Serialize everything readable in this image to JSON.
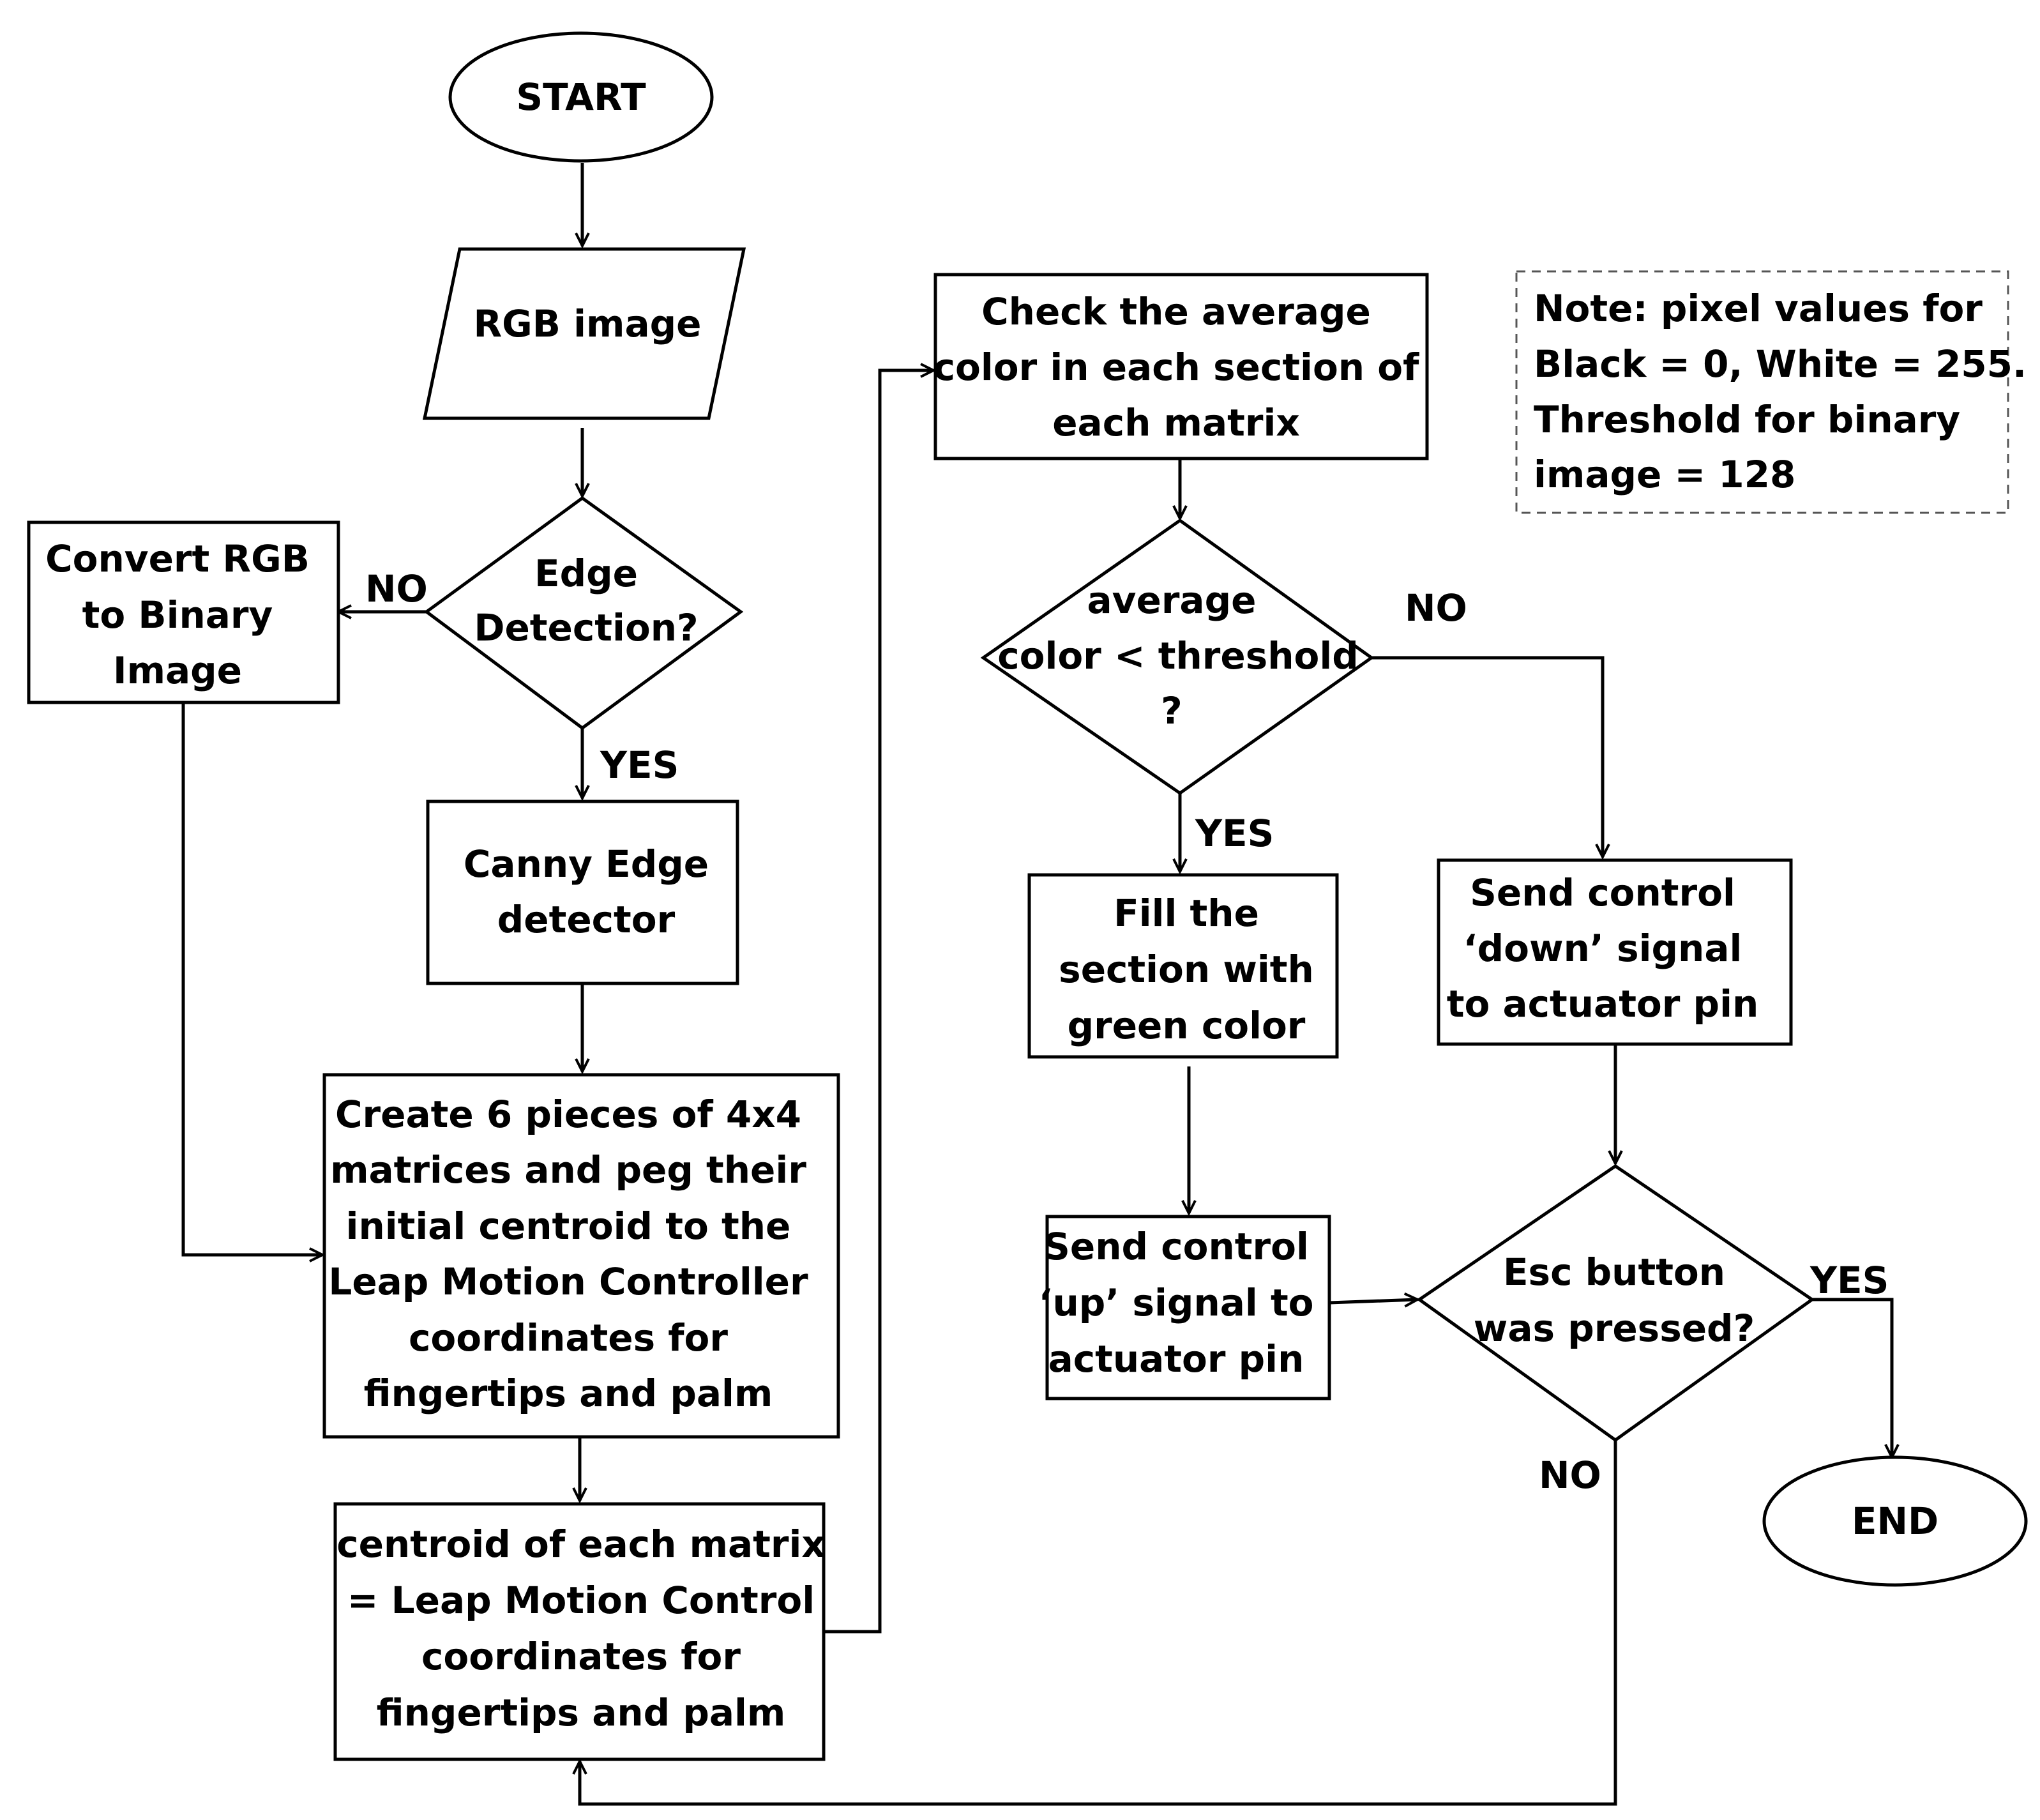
{
  "nodes": {
    "start": {
      "label": "START",
      "shape": "terminator"
    },
    "rgb_image": {
      "label": "RGB image",
      "shape": "parallelogram"
    },
    "edge_detection": {
      "lines": [
        "Edge",
        "Detection?"
      ],
      "shape": "diamond"
    },
    "convert_rgb": {
      "lines": [
        "Convert RGB",
        "to Binary",
        "Image"
      ],
      "shape": "process"
    },
    "canny": {
      "lines": [
        "Canny Edge",
        "detector"
      ],
      "shape": "process"
    },
    "create_matrices": {
      "lines": [
        "Create 6 pieces of 4x4",
        "matrices and peg their",
        "initial centroid to the",
        "Leap Motion Controller",
        "coordinates for",
        "fingertips and palm"
      ],
      "shape": "process"
    },
    "centroid": {
      "lines": [
        "centroid of each matrix",
        "= Leap Motion Control",
        "coordinates for",
        "fingertips and palm"
      ],
      "shape": "process"
    },
    "check_avg": {
      "lines": [
        "Check the average",
        "color in each section of",
        "each matrix"
      ],
      "shape": "process"
    },
    "avg_threshold": {
      "lines": [
        "average",
        "color  < threshold",
        "?"
      ],
      "shape": "diamond"
    },
    "fill_green": {
      "lines": [
        "Fill the",
        "section with",
        "green color"
      ],
      "shape": "process"
    },
    "send_up": {
      "lines": [
        "Send control",
        "‘up’ signal to",
        "actuator pin"
      ],
      "shape": "process"
    },
    "send_down": {
      "lines": [
        "Send control",
        "‘down’ signal",
        "to actuator pin"
      ],
      "shape": "process"
    },
    "esc_pressed": {
      "lines": [
        "Esc button",
        "was pressed?"
      ],
      "shape": "diamond"
    },
    "end": {
      "label": "END",
      "shape": "terminator"
    }
  },
  "note": {
    "lines": [
      "Note: pixel values for",
      "Black = 0, White = 255.",
      "Threshold for binary",
      "image = 128"
    ]
  },
  "edge_labels": {
    "edge_no": "NO",
    "edge_yes": "YES",
    "avg_no": "NO",
    "avg_yes": "YES",
    "esc_yes": "YES",
    "esc_no": "NO"
  },
  "edges": [
    {
      "from": "start",
      "to": "rgb_image"
    },
    {
      "from": "rgb_image",
      "to": "edge_detection"
    },
    {
      "from": "edge_detection",
      "to": "convert_rgb",
      "label": "NO"
    },
    {
      "from": "edge_detection",
      "to": "canny",
      "label": "YES"
    },
    {
      "from": "canny",
      "to": "create_matrices"
    },
    {
      "from": "convert_rgb",
      "to": "create_matrices"
    },
    {
      "from": "create_matrices",
      "to": "centroid"
    },
    {
      "from": "centroid",
      "to": "check_avg"
    },
    {
      "from": "check_avg",
      "to": "avg_threshold"
    },
    {
      "from": "avg_threshold",
      "to": "fill_green",
      "label": "YES"
    },
    {
      "from": "avg_threshold",
      "to": "send_down",
      "label": "NO"
    },
    {
      "from": "fill_green",
      "to": "send_up"
    },
    {
      "from": "send_up",
      "to": "esc_pressed"
    },
    {
      "from": "send_down",
      "to": "esc_pressed"
    },
    {
      "from": "esc_pressed",
      "to": "end",
      "label": "YES"
    },
    {
      "from": "esc_pressed",
      "to": "centroid",
      "label": "NO"
    }
  ]
}
